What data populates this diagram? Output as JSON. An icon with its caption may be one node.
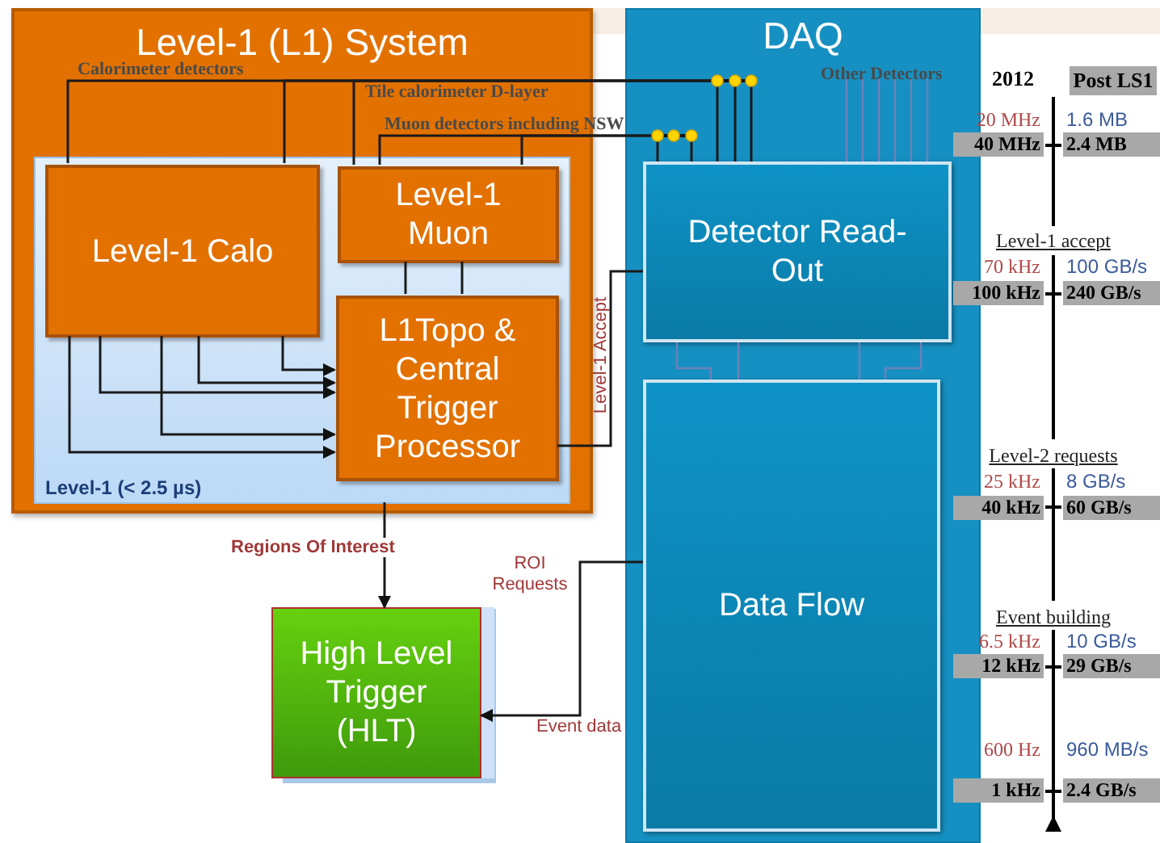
{
  "diagram": {
    "nodes": [
      {
        "text": [
          "Level-1 (L1) System"
        ]
      },
      {
        "text": [
          "Level-1 (< 2.5 µs)"
        ],
        "in": 0
      },
      {
        "text": [
          "Level-1 Calo"
        ],
        "in": 1
      },
      {
        "text": [
          "Level-1 Muon"
        ],
        "in": 1
      },
      {
        "text": [
          "L1Topo & Central Trigger Processor"
        ],
        "in": 1
      },
      {
        "text": [
          "DAQ"
        ]
      },
      {
        "text": [
          "Detector Read-Out"
        ],
        "in": 5
      },
      {
        "text": [
          "Data Flow"
        ],
        "in": 5
      },
      {
        "text": [
          "High Level Trigger (HLT)"
        ]
      },
      {
        "text": [
          "Other Detectors"
        ],
        "in": 5
      }
    ],
    "edges": [
      {
        "from": 2,
        "to": 4,
        "arrow": "to"
      },
      {
        "from": 2,
        "to": 4,
        "arrow": "to"
      },
      {
        "from": 2,
        "to": 4,
        "arrow": "to"
      },
      {
        "from": 2,
        "to": 4,
        "arrow": "to"
      },
      {
        "from": 2,
        "to": 4,
        "arrow": "to"
      },
      {
        "from": 3,
        "to": 4,
        "arrow": "none"
      },
      {
        "from": 3,
        "to": 4,
        "arrow": "none"
      },
      {
        "from": 4,
        "to": 6,
        "arrow": "none",
        "label": "Level-1 Accept"
      },
      {
        "from": 1,
        "to": 8,
        "arrow": "to",
        "label": "Regions Of Interest"
      },
      {
        "from": 7,
        "to": 8,
        "arrow": "to",
        "label": "ROI Requests"
      },
      {
        "from": 2,
        "to": 6,
        "arrow": "none"
      },
      {
        "from": 2,
        "to": 6,
        "arrow": "none"
      },
      {
        "from": 3,
        "to": 6,
        "arrow": "none"
      },
      {
        "from": 3,
        "to": 6,
        "arrow": "none"
      },
      {
        "from": 3,
        "to": 6,
        "arrow": "none"
      },
      {
        "from": 6,
        "to": 7,
        "arrow": "none",
        "color": "#6f80b8"
      },
      {
        "from": 6,
        "to": 7,
        "arrow": "none",
        "color": "#6f80b8"
      },
      {
        "from": 6,
        "to": 7,
        "arrow": "none",
        "color": "#6f80b8"
      },
      {
        "from": 6,
        "to": 7,
        "arrow": "none",
        "color": "#6f80b8"
      },
      {
        "from": 9,
        "to": 6,
        "arrow": "none",
        "color": "#6f80b8"
      },
      {
        "from": 9,
        "to": 6,
        "arrow": "none",
        "color": "#6f80b8"
      },
      {
        "from": 9,
        "to": 6,
        "arrow": "none",
        "color": "#6f80b8"
      },
      {
        "from": 9,
        "to": 6,
        "arrow": "none",
        "color": "#6f80b8"
      },
      {
        "from": 9,
        "to": 6,
        "arrow": "none",
        "color": "#6f80b8"
      },
      {
        "from": 9,
        "to": 6,
        "arrow": "none",
        "color": "#6f80b8"
      }
    ],
    "labels": [
      "Calorimeter detectors",
      "Tile calorimeter D-layer",
      "Muon detectors including NSW",
      "Event data",
      "2012",
      "Post LS1",
      "20 MHz",
      "1.6 MB",
      "40 MHz",
      "2.4 MB",
      "Level-1 accept",
      "70 kHz",
      "100 GB/s",
      "100 kHz",
      "240 GB/s",
      "Level-2 requests",
      "25 kHz",
      "8 GB/s",
      "40 kHz",
      "60 GB/s",
      "Event building",
      "6.5 kHz",
      "10 GB/s",
      "12 kHz",
      "29 GB/s",
      "600 Hz",
      "960 MB/s",
      "1 kHz",
      "2.4 GB/s"
    ]
  }
}
